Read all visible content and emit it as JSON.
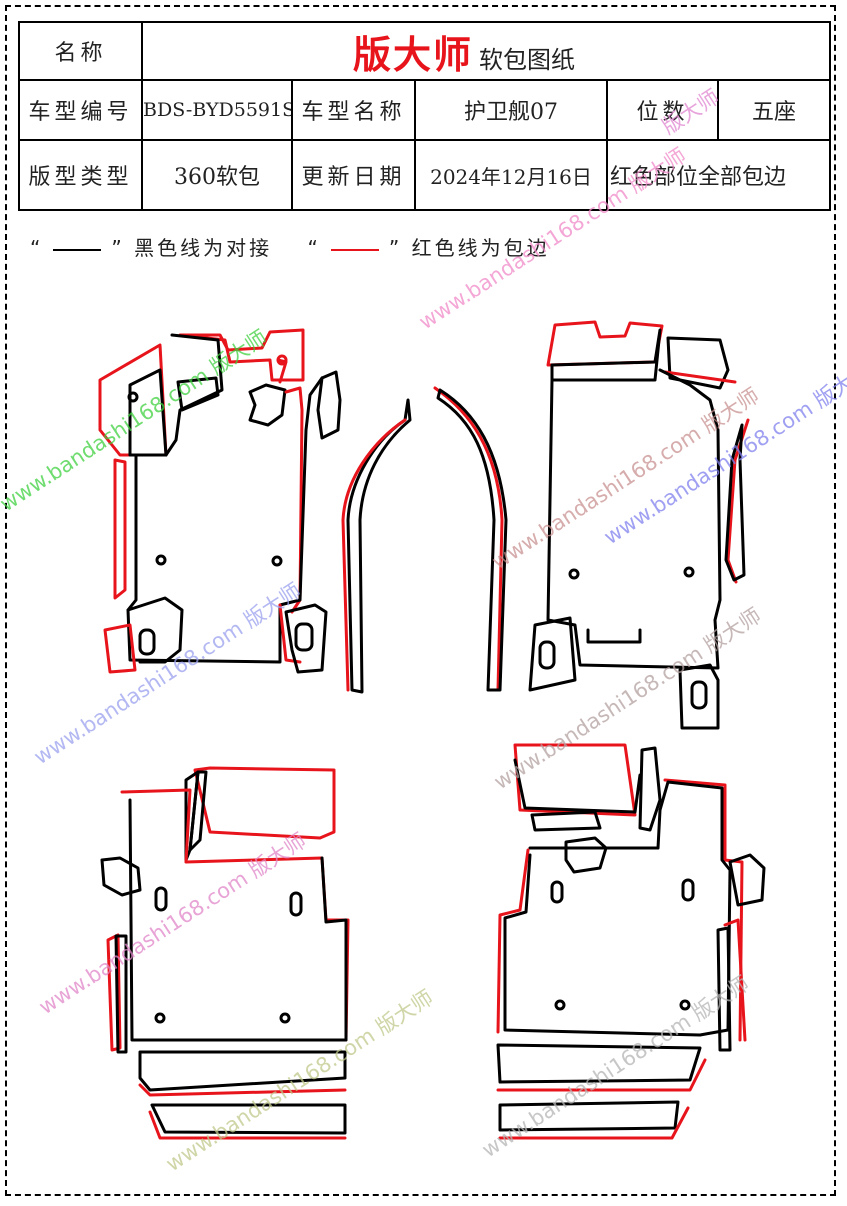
{
  "header": {
    "name_label": "名称",
    "brand": "版大师",
    "doc_type": "软包图纸",
    "model_code_label": "车型编号",
    "model_code": "BDS-BYD5591S",
    "model_name_label": "车型名称",
    "model_name": "护卫舰07",
    "seats_label": "位数",
    "seats": "五座",
    "style_label": "版型类型",
    "style": "360软包",
    "update_label": "更新日期",
    "update_date": "2024年12月16日",
    "edge_note": "红色部位全部包边"
  },
  "legend": {
    "quote_open": "“",
    "quote_close": "”",
    "black_text": "黑色线为对接",
    "red_text": "红色线为包边",
    "black_color": "#000000",
    "red_color": "#e8141c"
  },
  "watermark": {
    "text": "www.bandashi168.com 版大师",
    "brand_short": "版大师"
  }
}
